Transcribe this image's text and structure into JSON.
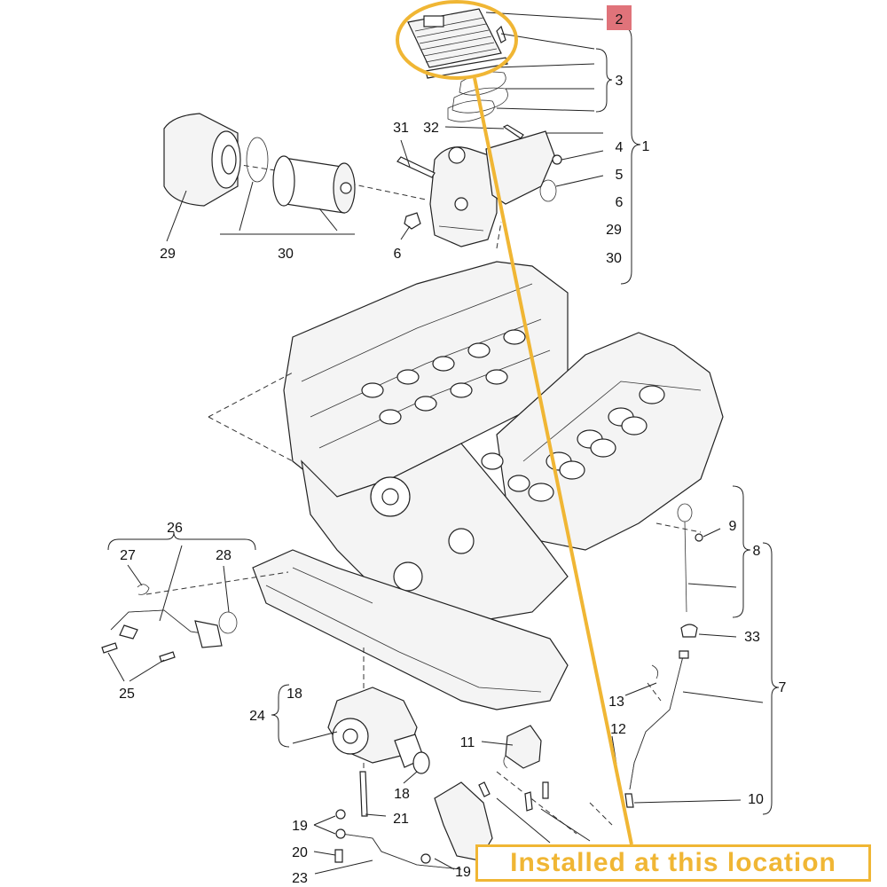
{
  "callout": {
    "text": "Installed at this location"
  },
  "colors": {
    "highlight": "#f0b634",
    "part_number_2_badge": "#e0737a",
    "ink": "#222222"
  },
  "labels": {
    "l1": "1",
    "l2": "2",
    "l3": "3",
    "l4": "4",
    "l5": "5",
    "l6a": "6",
    "l6b": "6",
    "l7": "7",
    "l8": "8",
    "l9": "9",
    "l10": "10",
    "l11": "11",
    "l12": "12",
    "l13": "13",
    "l18a": "18",
    "l18b": "18",
    "l19a": "19",
    "l19b": "19",
    "l20": "20",
    "l21": "21",
    "l23": "23",
    "l24": "24",
    "l25": "25",
    "l26": "26",
    "l27": "27",
    "l28": "28",
    "l29a": "29",
    "l29b": "29",
    "l30a": "30",
    "l30b": "30",
    "l31": "31",
    "l32": "32",
    "l33": "33"
  }
}
